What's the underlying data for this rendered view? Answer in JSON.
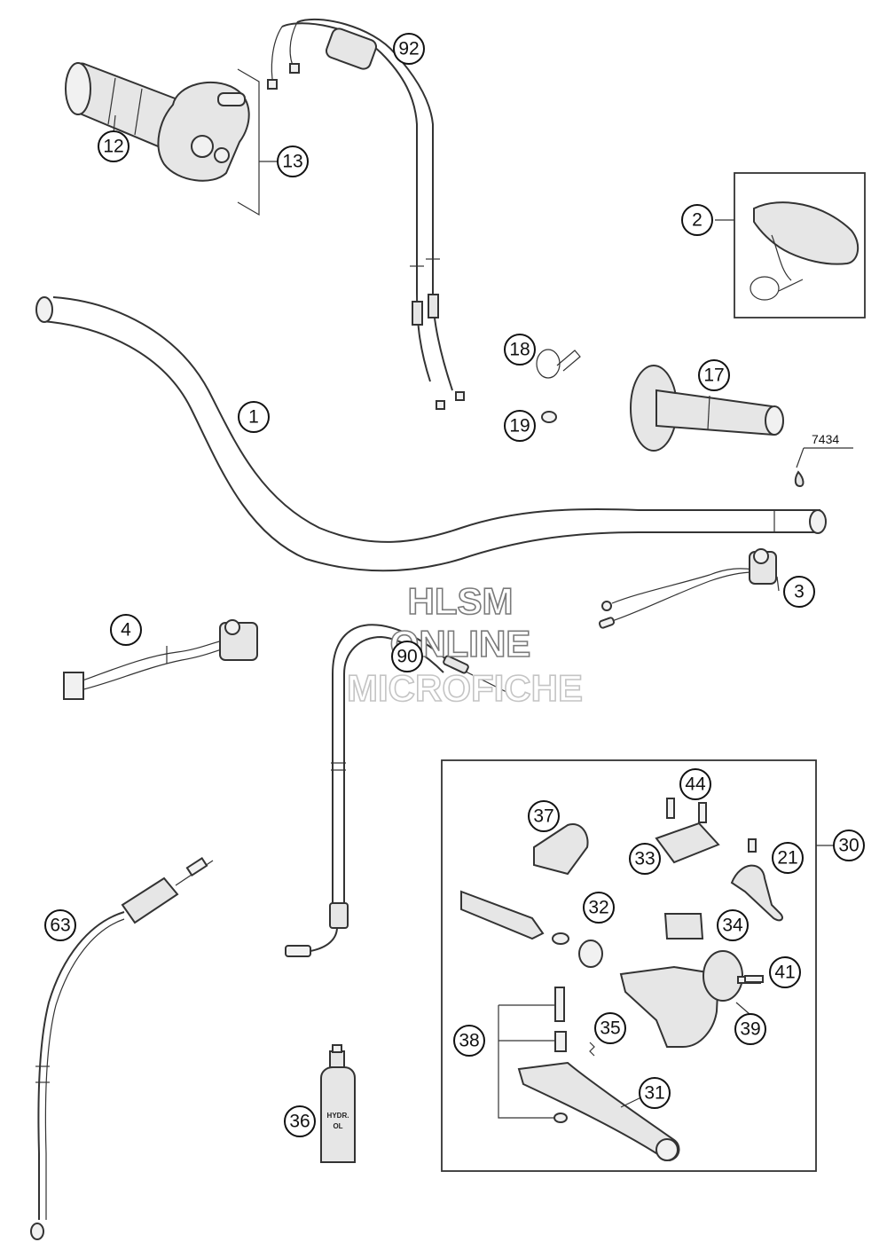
{
  "callouts": [
    {
      "id": "c1",
      "label": "1"
    },
    {
      "id": "c2",
      "label": "2"
    },
    {
      "id": "c3",
      "label": "3"
    },
    {
      "id": "c4",
      "label": "4"
    },
    {
      "id": "c12",
      "label": "12"
    },
    {
      "id": "c13",
      "label": "13"
    },
    {
      "id": "c17",
      "label": "17"
    },
    {
      "id": "c18",
      "label": "18"
    },
    {
      "id": "c19",
      "label": "19"
    },
    {
      "id": "c21",
      "label": "21"
    },
    {
      "id": "c30",
      "label": "30"
    },
    {
      "id": "c31",
      "label": "31"
    },
    {
      "id": "c32",
      "label": "32"
    },
    {
      "id": "c33",
      "label": "33"
    },
    {
      "id": "c34",
      "label": "34"
    },
    {
      "id": "c35",
      "label": "35"
    },
    {
      "id": "c36",
      "label": "36"
    },
    {
      "id": "c37",
      "label": "37"
    },
    {
      "id": "c38",
      "label": "38"
    },
    {
      "id": "c39",
      "label": "39"
    },
    {
      "id": "c41",
      "label": "41"
    },
    {
      "id": "c44",
      "label": "44"
    },
    {
      "id": "c63",
      "label": "63"
    },
    {
      "id": "c90",
      "label": "90"
    },
    {
      "id": "c92",
      "label": "92"
    }
  ],
  "reference_code": "7434",
  "bottle_label": {
    "line1": "HYDR.",
    "line2": "OL"
  },
  "watermark": {
    "line1": "HLSM",
    "line2": "ONLINE",
    "line3": "MICROFICHE"
  }
}
